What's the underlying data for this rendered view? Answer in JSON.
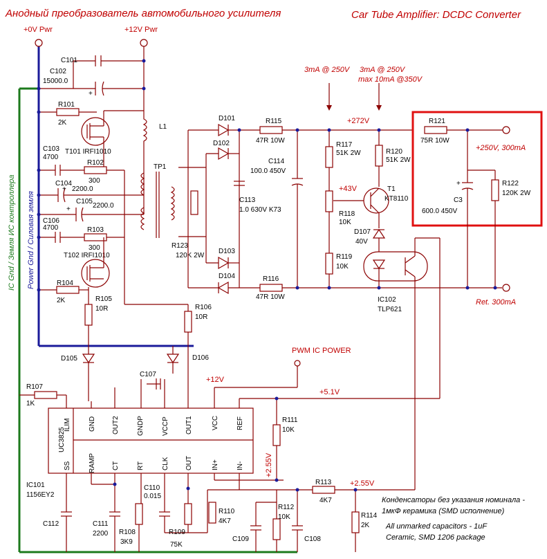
{
  "titles": {
    "ru": "Анодный преобразователь автомобильного   усилителя",
    "en": "Car Tube Amplifier: DCDC Converter"
  },
  "power": {
    "zero_pwr": "+0V Pwr",
    "twelve_pwr": "+12V Pwr",
    "pwm_ic_power": "PWM IC POWER",
    "plus12": "+12V",
    "plus51": "+5.1V",
    "plus272": "+272V",
    "out250": "+250V, 300mA",
    "ret300": "Ret. 300mA",
    "meas1": "3mA @ 250V",
    "meas2a": "3mA @ 250V",
    "meas2b": "max 10mA @350V",
    "plus43": "+43V",
    "plus255a": "+2.55V",
    "plus255b": "+2.55V"
  },
  "ground_labels": {
    "power_gnd": "Power Gnd / Силовая земля",
    "ic_gnd": "IC Gnd / Земля ИС контроллера"
  },
  "components": {
    "c101": "C101",
    "c102a": "C102",
    "c102b": "15000.0",
    "r101a": "R101",
    "r101b": "2K",
    "t101": "T101 IRFI1010",
    "l1": "L1",
    "c103a": "C103",
    "c103b": "4700",
    "r102a": "R102",
    "r102b": "300",
    "tp1": "TP1",
    "c104a": "C104",
    "c104b": "2200.0",
    "c105a": "C105",
    "c105b": "2200.0",
    "c106a": "C106",
    "c106b": "4700",
    "r103a": "R103",
    "r103b": "300",
    "t102": "T102 IRFI1010",
    "r104a": "R104",
    "r104b": "2K",
    "r105a": "R105",
    "r105b": "10R",
    "r106a": "R106",
    "r106b": "10R",
    "d105": "D105",
    "d106": "D106",
    "c107": "C107",
    "r107a": "R107",
    "r107b": "1K",
    "d101": "D101",
    "d102": "D102",
    "d103": "D103",
    "d104": "D104",
    "r115a": "R115",
    "r115b": "47R 10W",
    "r116a": "R116",
    "r116b": "47R 10W",
    "c113a": "C113",
    "c113b": "1.0 630V K73",
    "c114a": "C114",
    "c114b": "100.0 450V",
    "r123a": "R123",
    "r123b": "120K 2W",
    "r117a": "R117",
    "r117b": "51K 2W",
    "r118a": "R118",
    "r118b": "10K",
    "r119a": "R119",
    "r119b": "10K",
    "r120a": "R120",
    "r120b": "51K 2W",
    "t1a": "T1",
    "t1b": "KT8110",
    "d107a": "D107",
    "d107b": "40V",
    "ic102a": "IC102",
    "ic102b": "TLP621",
    "r121a": "R121",
    "r121b": "75R 10W",
    "c3a": "C3",
    "c3b": "600.0 450V",
    "r122a": "R122",
    "r122b": "120K 2W",
    "r111a": "R111",
    "r111b": "10K",
    "r113a": "R113",
    "r113b": "4K7",
    "r114a": "R114",
    "r114b": "2K",
    "r110a": "R110",
    "r110b": "4K7",
    "r112a": "R112",
    "r112b": "10K",
    "r109a": "R109",
    "r109b": "75K",
    "r108a": "R108",
    "r108b": "3K9",
    "c108": "C108",
    "c109": "C109",
    "c110a": "C110",
    "c110b": "0.015",
    "c111a": "C111",
    "c111b": "2200",
    "c112": "C112",
    "ic101a": "IC101",
    "ic101b": "1156EY2"
  },
  "ic": {
    "name": "UC3825",
    "top_pins": [
      "ILIM",
      "GND",
      "OUT2",
      "GNDP",
      "VCCP",
      "OUT1",
      "VCC",
      "REF"
    ],
    "bottom_pins": [
      "SS",
      "RAMP",
      "CT",
      "RT",
      "CLK",
      "OUT",
      "IN+",
      "IN-"
    ]
  },
  "notes": {
    "ru1": "Конденсаторы без указания номинала -",
    "ru2": "1мкФ керамика (SMD исполнение)",
    "en1": "All unmarked capacitors - 1uF",
    "en2": "Ceramic, SMD 1206 package"
  }
}
